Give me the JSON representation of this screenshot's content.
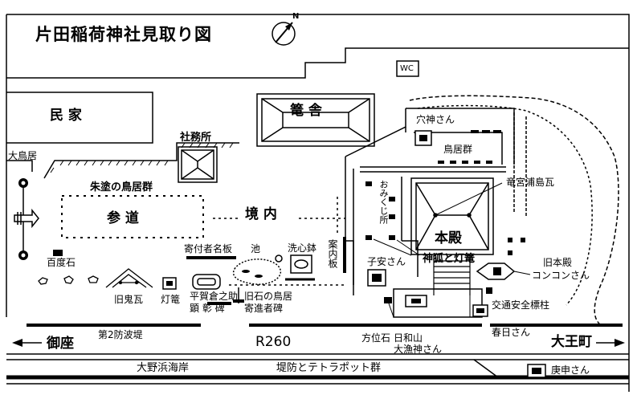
{
  "title": "片田稲荷神社見取り図",
  "compass": "N",
  "labels": {
    "wc": "WC",
    "minka": "民 家",
    "kagosha": "篭 舎",
    "shamusho": "社務所",
    "oshimori": "大鳥居",
    "shunuri": "朱塗の鳥居群",
    "sando": "参 道",
    "keidai": "境 内",
    "hyakudoishi": "百度石",
    "kifusha": "寄付者名板",
    "ike": "池",
    "senshinbachi": "洗心鉢",
    "annaiban": "案内板",
    "kyuonigawara": "旧鬼瓦",
    "toro": "灯篭",
    "hiragakura": "平賀倉之助",
    "kenshohi": "顕 彰 碑",
    "kyuishi": "旧石の鳥居",
    "kishinsha": "寄進者碑",
    "anagami": "穴神さん",
    "toriigun": "鳥居群",
    "omikuji": "おみくじ所",
    "ryugu": "竜宮浦島瓦",
    "honden": "本殿",
    "koyasu": "子安さん",
    "shinko": "神狐と灯篭",
    "kyuhonden": "旧本殿",
    "konkon": "コンコンさん",
    "kotsu": "交通安全標柱",
    "kasuga": "春日さん",
    "hoiseki": "方位石",
    "hiyoriyama": "日和山",
    "tairyo": "大漁神さん",
    "gosa": "御座",
    "boha": "第2防波堤",
    "route": "R260",
    "daiocho": "大王町",
    "kaigan": "大野浜海岸",
    "tetra": "堤防とテトラポット群",
    "koshin": "庚申さん"
  }
}
